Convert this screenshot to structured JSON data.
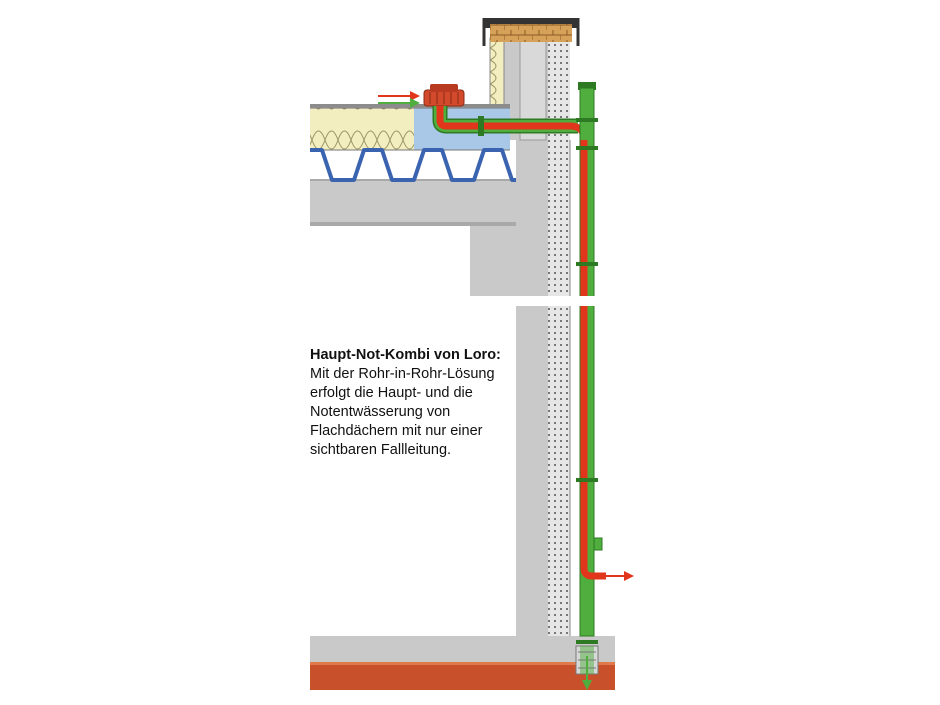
{
  "caption": {
    "title": "Haupt-Not-Kombi von Loro:",
    "lines": [
      "Mit der Rohr-in-Rohr-Lösung",
      "erfolgt die Haupt- und die",
      "Notentwässerung von",
      "Flachdächern mit nur einer",
      "sichtbaren Fallleitung."
    ]
  },
  "colors": {
    "concrete": "#c9c9c9",
    "concrete_dark": "#a9a9a9",
    "insulation": "#f2eec0",
    "insulation_blue": "#a9c8e8",
    "deck_blue": "#3a63b0",
    "outer_pipe": "#4fae3e",
    "inner_pipe": "#e2361c",
    "ground": "#c8502a",
    "cap": "#d2492c"
  },
  "icons": [
    "inflow-arrow-icon",
    "outflow-arrow-icon",
    "drain-arrow-icon"
  ]
}
